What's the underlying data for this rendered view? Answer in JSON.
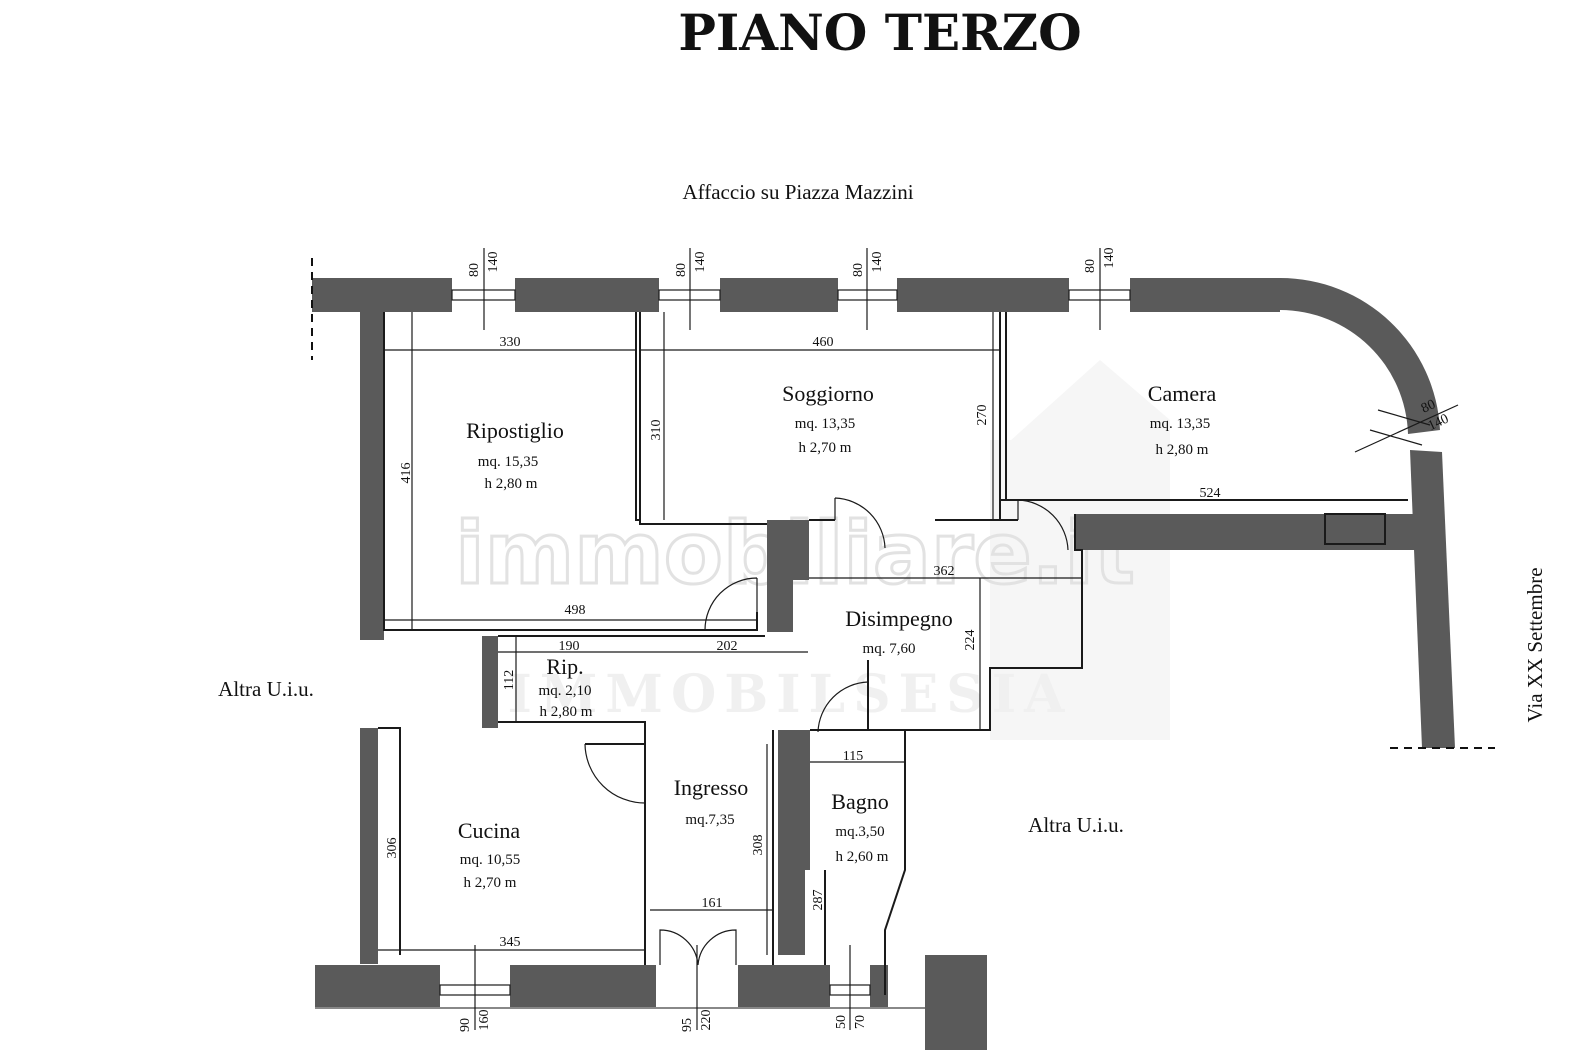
{
  "title": "PIANO TERZO",
  "street_top": "Affaccio su Piazza Mazzini",
  "street_right": "Via XX Settembre",
  "neighbor_left": "Altra U.i.u.",
  "neighbor_right": "Altra U.i.u.",
  "watermark": {
    "line1": "immobiliare.it",
    "line2": "IMMOBILSESIA"
  },
  "rooms": {
    "ripostiglio": {
      "name": "Ripostiglio",
      "area": "mq. 15,35",
      "height": "h 2,80 m"
    },
    "soggiorno": {
      "name": "Soggiorno",
      "area": "mq. 13,35",
      "height": "h 2,70 m"
    },
    "camera": {
      "name": "Camera",
      "area": "mq. 13,35",
      "height": "h 2,80 m"
    },
    "disimpegno": {
      "name": "Disimpegno",
      "area": "mq. 7,60"
    },
    "rip": {
      "name": "Rip.",
      "area": "mq. 2,10",
      "height": "h 2,80 m"
    },
    "ingresso": {
      "name": "Ingresso",
      "area": "mq.7,35"
    },
    "bagno": {
      "name": "Bagno",
      "area": "mq.3,50",
      "height": "h 2,60 m"
    },
    "cucina": {
      "name": "Cucina",
      "area": "mq. 10,55",
      "height": "h 2,70 m"
    }
  },
  "dimensions": {
    "ripostiglio_width": "330",
    "ripostiglio_depth": "416",
    "ripostiglio_bottom": "498",
    "soggiorno_width": "460",
    "soggiorno_left": "310",
    "soggiorno_right": "270",
    "camera_width": "524",
    "disimpegno_width": "362",
    "disimpegno_depth": "224",
    "rip_width": "190",
    "rip_depth": "112",
    "corridor": "202",
    "bagno_width": "115",
    "bagno_depth": "287",
    "ingresso_depth": "308",
    "ingresso_width": "161",
    "cucina_depth": "306",
    "cucina_width": "345"
  },
  "openings": {
    "w1_a": "80",
    "w1_b": "140",
    "w2_a": "80",
    "w2_b": "140",
    "w3_a": "80",
    "w3_b": "140",
    "w4_a": "80",
    "w4_b": "140",
    "w5_a": "80",
    "w5_b": "140",
    "b1_a": "90",
    "b1_b": "160",
    "b2_a": "95",
    "b2_b": "220",
    "b3_a": "50",
    "b3_b": "70"
  }
}
